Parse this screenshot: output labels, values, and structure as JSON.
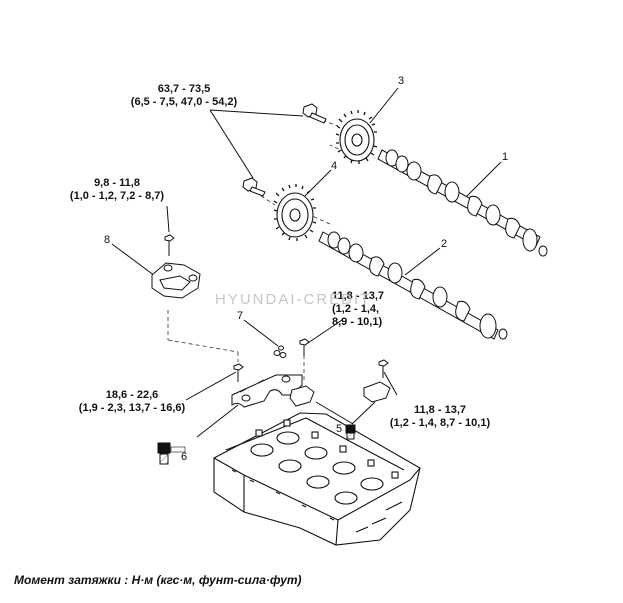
{
  "torque_labels": {
    "camshaft_sprocket_bolts": {
      "line1": "63,7 - 73,5",
      "line2": "(6,5 - 7,5, 47,0 - 54,2)"
    },
    "upper_bolt": {
      "line1": "9,8 - 11,8",
      "line2": "(1,0 - 1,2, 7,2 - 8,7)"
    },
    "bearing_cap_bolts_top": {
      "line1": "11,8 - 13,7",
      "line2": "(1,2 - 1,4,",
      "line3": "8,9 - 10,1)"
    },
    "front_cap_bolts": {
      "line1": "18,6 - 22,6",
      "line2": "(1,9 - 2,3, 13,7 - 16,6)"
    },
    "bearing_cap_bolts_right": {
      "line1": "11,8 - 13,7",
      "line2": "(1,2 - 1,4, 8,7 - 10,1)"
    }
  },
  "callouts": [
    "1",
    "2",
    "3",
    "4",
    "5",
    "6",
    "7",
    "8"
  ],
  "watermark": "HYUNDAI-CREDIT",
  "footer": "Момент затяжки : Н·м (кгс·м, фунт-сила·фут)"
}
